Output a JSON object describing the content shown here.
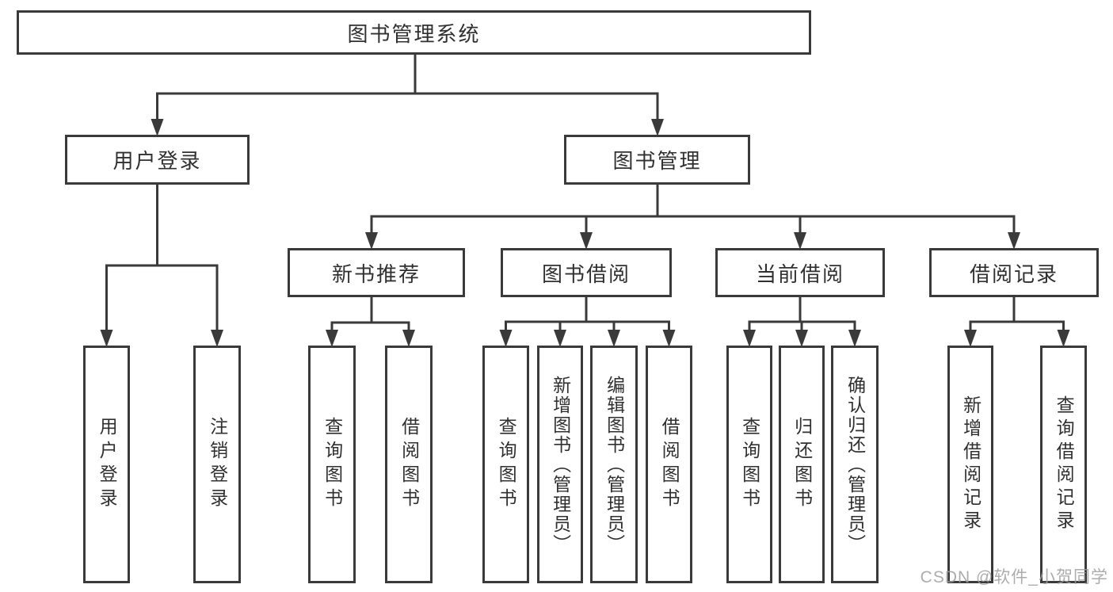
{
  "tree": {
    "root": {
      "label": "图书管理系统"
    },
    "branches": [
      {
        "label": "用户登录",
        "leaves": [
          "用户登录",
          "注销登录"
        ]
      },
      {
        "label": "图书管理",
        "groups": [
          {
            "label": "新书推荐",
            "leaves": [
              "查询图书",
              "借阅图书"
            ]
          },
          {
            "label": "图书借阅",
            "leaves": [
              "查询图书",
              "新增图书（管理员）",
              "编辑图书（管理员）",
              "借阅图书"
            ]
          },
          {
            "label": "当前借阅",
            "leaves": [
              "查询图书",
              "归还图书",
              "确认归还（管理员）"
            ]
          },
          {
            "label": "借阅记录",
            "leaves": [
              "新增借阅记录",
              "查询借阅记录"
            ]
          }
        ]
      }
    ]
  },
  "watermark": "CSDN @软件_小贺同学",
  "colors": {
    "line": "#3a3a3a",
    "text": "#303030",
    "watermark": "#9e9e9e",
    "background": "#ffffff"
  }
}
